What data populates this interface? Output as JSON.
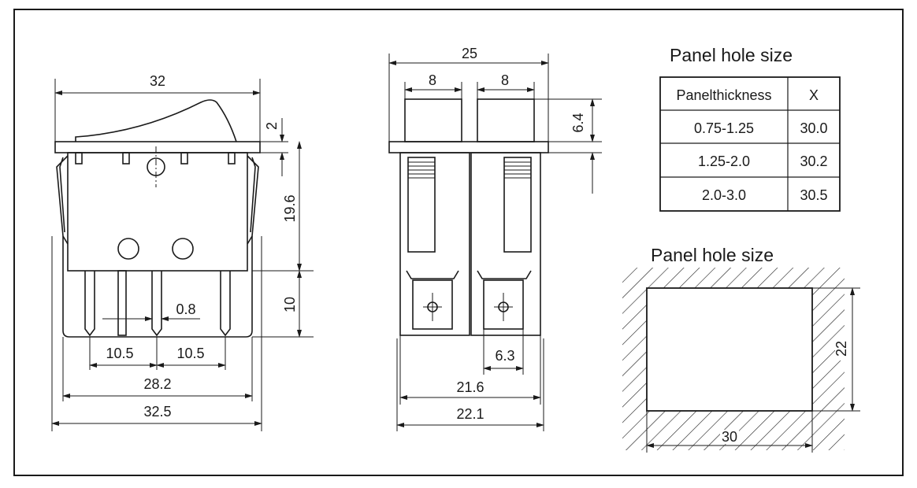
{
  "front_view": {
    "width_top": "32",
    "rocker_height": "2",
    "body_height": "19.6",
    "terminal_length": "10",
    "terminal_thickness": "0.8",
    "terminal_pitch_left": "10.5",
    "terminal_pitch_right": "10.5",
    "body_width": "28.2",
    "overall_width": "32.5"
  },
  "side_view": {
    "overall_width": "25",
    "cap_width_left": "8",
    "cap_width_right": "8",
    "cap_height": "6.4",
    "terminal_width": "6.3",
    "body_width": "21.6",
    "bottom_width": "22.1"
  },
  "panel_table": {
    "title": "Panel hole size",
    "headers": [
      "Panelthickness",
      "X"
    ],
    "rows": [
      [
        "0.75-1.25",
        "30.0"
      ],
      [
        "1.25-2.0",
        "30.2"
      ],
      [
        "2.0-3.0",
        "30.5"
      ]
    ]
  },
  "panel_cutout": {
    "title": "Panel hole size",
    "width": "30",
    "height": "22"
  },
  "colors": {
    "line": "#1a1a1a",
    "background": "#ffffff"
  }
}
